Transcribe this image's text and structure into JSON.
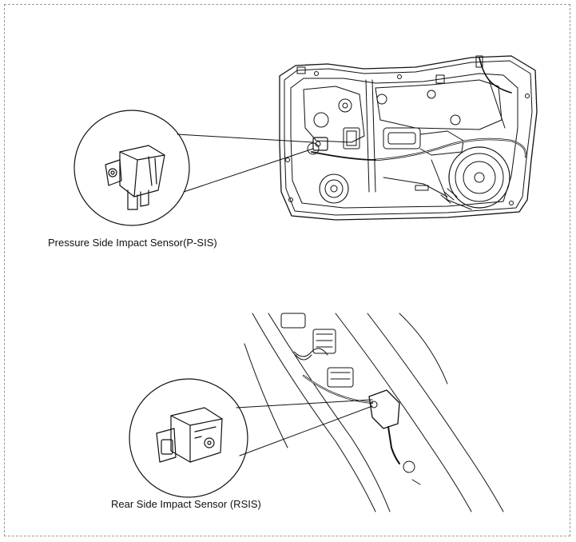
{
  "captions": {
    "pressure_sensor": "Pressure Side Impact Sensor(P-SIS)",
    "rear_sensor": "Rear Side Impact Sensor (RSIS)"
  },
  "colors": {
    "line": "#111111",
    "frame": "#9a9a9a",
    "background": "#ffffff"
  },
  "icons": {
    "top_figure": "front-door-module-with-sensor",
    "bottom_figure": "rear-pillar-with-sensor"
  }
}
